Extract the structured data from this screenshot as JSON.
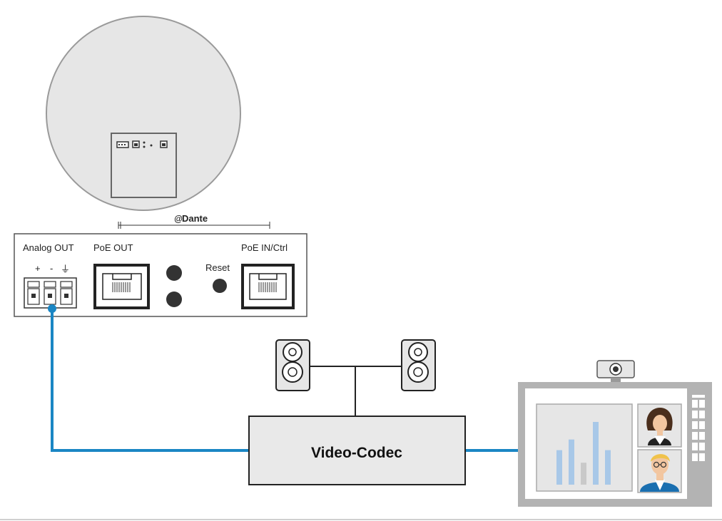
{
  "panel": {
    "analog_out_label": "Analog OUT",
    "poe_out_label": "PoE OUT",
    "poe_in_ctrl_label": "PoE IN/Ctrl",
    "reset_label": "Reset",
    "pin_plus": "+",
    "pin_minus": "-",
    "pin_ground": "⏚"
  },
  "dante": {
    "logo_text": "Dante"
  },
  "codec": {
    "label": "Video-Codec"
  },
  "colors": {
    "cable": "#1a86c4",
    "device_fill": "#e6e6e6",
    "device_stroke": "#9a9a9a",
    "codec_fill": "#e9e9e9",
    "screen_frame": "#b3b3b3",
    "bar_blue": "#a8c8e8",
    "bar_gray": "#c9c9c9"
  },
  "chart_bars": [
    {
      "value": 0.55,
      "color": "blue"
    },
    {
      "value": 0.72,
      "color": "blue"
    },
    {
      "value": 0.35,
      "color": "gray"
    },
    {
      "value": 1.0,
      "color": "blue"
    },
    {
      "value": 0.55,
      "color": "blue"
    }
  ],
  "icons": [
    "ceiling-microphone-icon",
    "speaker-left-icon",
    "speaker-right-icon",
    "webcam-icon",
    "display-icon",
    "participant-woman-icon",
    "participant-man-icon"
  ]
}
